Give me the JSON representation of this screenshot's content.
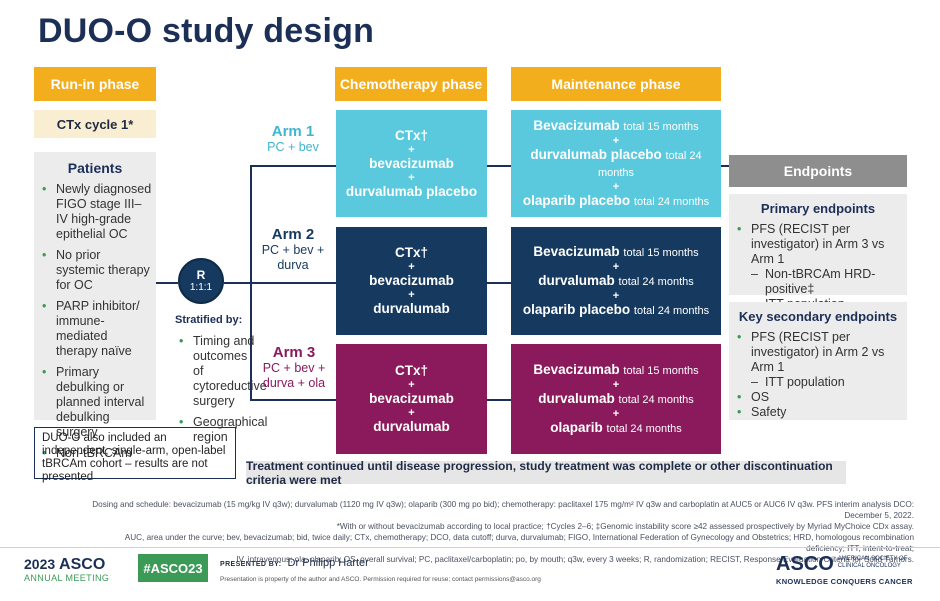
{
  "title": "DUO-O study design",
  "phases": {
    "run_in": "Run-in phase",
    "chemo": "Chemotherapy phase",
    "maintenance": "Maintenance phase"
  },
  "run_in_cycle": "CTx cycle 1*",
  "patients": {
    "heading": "Patients",
    "items": [
      "Newly diagnosed FIGO stage III–IV high-grade epithelial OC",
      "No prior systemic therapy for OC",
      "PARP inhibitor/ immune-mediated therapy naïve",
      "Primary debulking or planned interval debulking surgery",
      "Non-tBRCAm"
    ]
  },
  "cohort_note": "DUO-O also included an independent, single-arm, open-label tBRCAm cohort – results are not presented",
  "randomization": {
    "label": "R",
    "ratio": "1:1:1",
    "stratified_by": "Stratified by:",
    "factors": [
      "Timing and outcomes of cytoreductive surgery",
      "Geographical region"
    ]
  },
  "arms": [
    {
      "name": "Arm 1",
      "sub": "PC + bev",
      "chemo": [
        "CTx†",
        "bevacizumab",
        "durvalumab placebo"
      ],
      "maintenance": [
        {
          "drug": "Bevacizumab",
          "duration": "total 15 months"
        },
        {
          "drug": "durvalumab placebo",
          "duration": "total 24 months"
        },
        {
          "drug": "olaparib placebo",
          "duration": "total 24 months"
        }
      ]
    },
    {
      "name": "Arm 2",
      "sub": "PC + bev + durva",
      "chemo": [
        "CTx†",
        "bevacizumab",
        "durvalumab"
      ],
      "maintenance": [
        {
          "drug": "Bevacizumab",
          "duration": "total 15 months"
        },
        {
          "drug": "durvalumab",
          "duration": "total 24 months"
        },
        {
          "drug": "olaparib placebo",
          "duration": "total 24 months"
        }
      ]
    },
    {
      "name": "Arm 3",
      "sub": "PC + bev + durva + ola",
      "chemo": [
        "CTx†",
        "bevacizumab",
        "durvalumab"
      ],
      "maintenance": [
        {
          "drug": "Bevacizumab",
          "duration": "total 15 months"
        },
        {
          "drug": "durvalumab",
          "duration": "total 24 months"
        },
        {
          "drug": "olaparib",
          "duration": "total 24 months"
        }
      ]
    }
  ],
  "plus": "+",
  "endpoints": {
    "heading": "Endpoints",
    "primary_heading": "Primary endpoints",
    "primary": [
      {
        "text": "PFS (RECIST per investigator) in Arm 3 vs Arm 1",
        "sub": false
      },
      {
        "text": "Non-tBRCAm HRD-positive‡",
        "sub": true
      },
      {
        "text": "ITT population",
        "sub": true
      }
    ],
    "secondary_heading": "Key secondary endpoints",
    "secondary": [
      {
        "text": "PFS (RECIST per investigator) in Arm 2 vs Arm 1",
        "sub": false
      },
      {
        "text": "ITT population",
        "sub": true
      },
      {
        "text": "OS",
        "sub": false
      },
      {
        "text": "Safety",
        "sub": false
      }
    ]
  },
  "treatment_note": "Treatment continued until disease progression, study treatment was complete or other discontinuation criteria were met",
  "footnotes": [
    "Dosing and schedule: bevacizumab (15 mg/kg IV q3w); durvalumab (1120 mg IV q3w); olaparib (300 mg po bid); chemotherapy: paclitaxel 175 mg/m² IV q3w and carboplatin at AUC5 or AUC6 IV q3w. PFS interim analysis DCO: December 5, 2022.",
    "*With or without bevacizumab according to local practice; †Cycles 2–6; ‡Genomic instability score ≥42 assessed prospectively by Myriad MyChoice CDx assay.",
    "AUC, area under the curve; bev, bevacizumab; bid, twice daily; CTx, chemotherapy; DCO, data cutoff; durva, durvalumab; FIGO, International Federation of Gynecology and Obstetrics; HRD, homologous recombination deficiency; ITT, intent-to-treat;",
    "IV, intravenous; ola, olaparib; OS, overall survival; PC, paclitaxel/carboplatin; po, by mouth; q3w, every 3 weeks; R, randomization; RECIST, Response Evaluation Criteria for Solid Tumors."
  ],
  "footer": {
    "year": "2023",
    "asco": "ASCO",
    "annual_meeting": "ANNUAL MEETING",
    "hashtag": "#ASCO23",
    "presented_by": "PRESENTED BY:",
    "presenter": "Dr Philipp Harter",
    "permission": "Presentation is property of the author and ASCO. Permission required for reuse; contact permissions@asco.org",
    "society_line1": "AMERICAN SOCIETY OF",
    "society_line2": "CLINICAL ONCOLOGY",
    "tagline": "KNOWLEDGE CONQUERS CANCER"
  },
  "colors": {
    "phase": "#f2ae1c",
    "arm1": "#5ac8dd",
    "arm2": "#163a5f",
    "arm3": "#8a1a5c",
    "navy": "#1c2f57"
  }
}
